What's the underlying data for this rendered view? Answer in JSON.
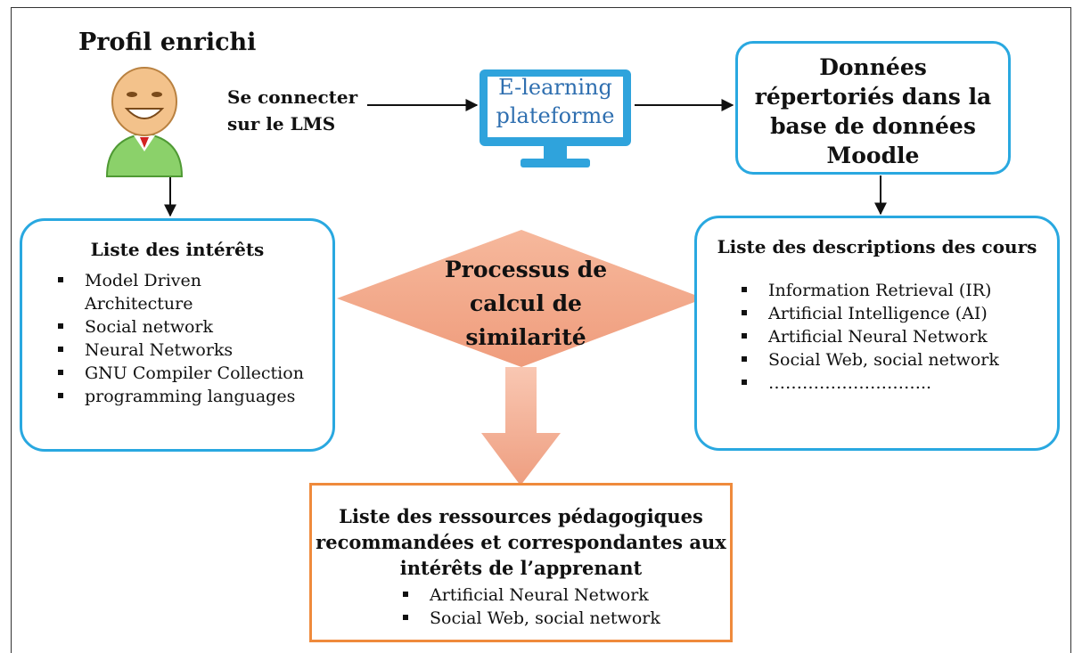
{
  "profile": {
    "title": "Profil enrichi"
  },
  "connect": {
    "line1": "Se connecter",
    "line2": "sur le LMS"
  },
  "platform": {
    "line1": "E-learning",
    "line2": "plateforme"
  },
  "moodle": {
    "line1": "Données",
    "line2": "répertoriés dans la",
    "line3": "base de données",
    "line4": "Moodle"
  },
  "interets": {
    "title": "Liste des intérêts",
    "items": [
      "Model Driven",
      "Architecture",
      "Social network",
      "Neural Networks",
      "GNU Compiler Collection",
      "programming languages"
    ]
  },
  "process": {
    "line1": "Processus de",
    "line2": "calcul de",
    "line3": "similarité"
  },
  "cours": {
    "title": "Liste des descriptions des cours",
    "items": [
      "Information Retrieval (IR)",
      "Artificial Intelligence (AI)",
      "Artificial Neural  Network",
      "Social Web, social network",
      "……………………….."
    ]
  },
  "result": {
    "line1": "Liste des ressources pédagogiques",
    "line2": "recommandées et correspondantes aux",
    "line3": "intérêts de l’apprenant",
    "items": [
      "Artificial Neural  Network",
      "Social Web, social network"
    ]
  },
  "colors": {
    "box_border": "#29a8e0",
    "diamond": "#f2a98a",
    "arrow": "#f2a98a",
    "result_border": "#ef8a3c",
    "platform_text": "#2f6fb0"
  }
}
